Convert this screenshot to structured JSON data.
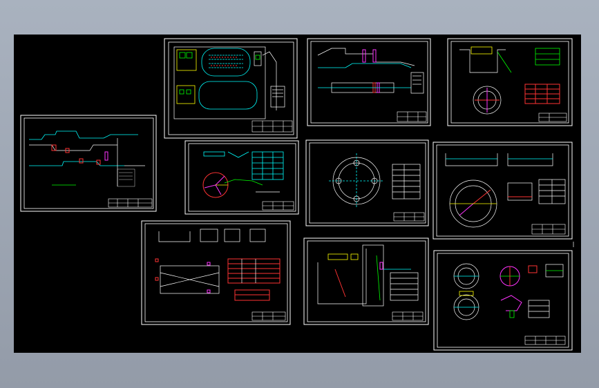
{
  "app": {
    "viewport_background": "#000000",
    "chrome_background": "#9aa3b0"
  },
  "drawing_sheets": [
    {
      "id": "sheet-1",
      "kind": "flow-profile"
    },
    {
      "id": "sheet-2",
      "kind": "site-plan"
    },
    {
      "id": "sheet-3",
      "kind": "channel-section"
    },
    {
      "id": "sheet-4",
      "kind": "tank-detail"
    },
    {
      "id": "sheet-5",
      "kind": "pie-detail"
    },
    {
      "id": "sheet-6",
      "kind": "circular-tank"
    },
    {
      "id": "sheet-7",
      "kind": "clarifier"
    },
    {
      "id": "sheet-8",
      "kind": "rect-tank"
    },
    {
      "id": "sheet-9",
      "kind": "section-elevation"
    },
    {
      "id": "sheet-10",
      "kind": "double-circle"
    }
  ],
  "colors": {
    "line_white": "#ffffff",
    "line_cyan": "#00ffff",
    "line_green": "#00ff00",
    "line_red": "#ff3333",
    "line_magenta": "#ff33ff",
    "line_yellow": "#ffff00"
  }
}
